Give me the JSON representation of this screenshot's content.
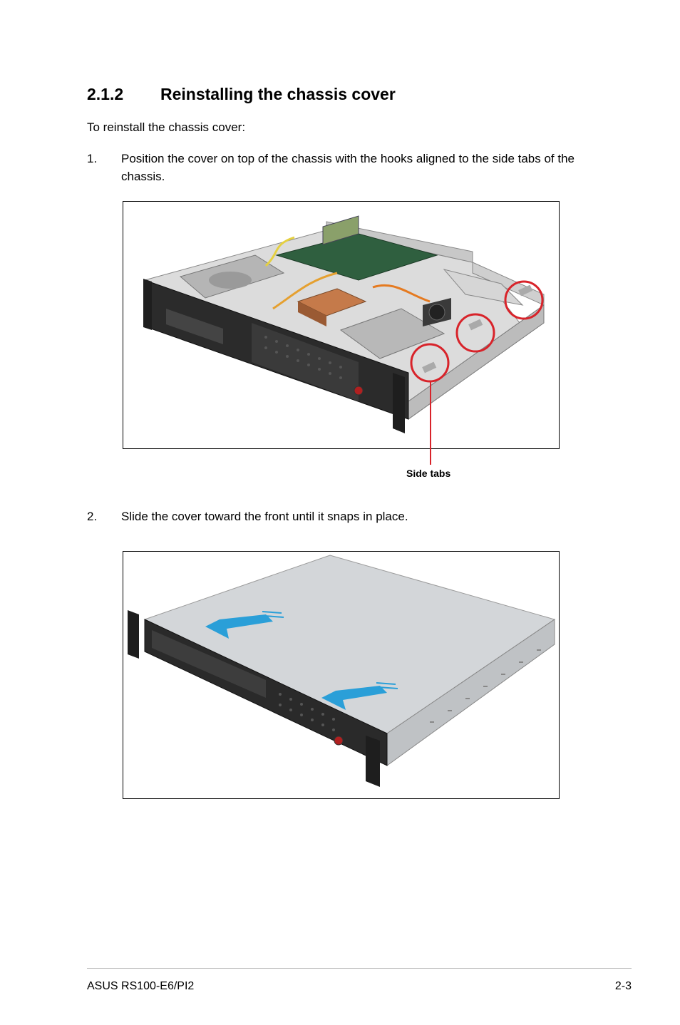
{
  "section": {
    "number": "2.1.2",
    "title": "Reinstalling the chassis cover"
  },
  "intro": "To reinstall the chassis cover:",
  "steps": [
    {
      "number": "1.",
      "text": "Position the cover on top of the chassis with the hooks aligned to the side tabs of the chassis."
    },
    {
      "number": "2.",
      "text": "Slide the cover toward the front until it snaps in place."
    }
  ],
  "figure1": {
    "callout": "Side tabs",
    "callout_color": "#d8232a"
  },
  "figure2": {
    "arrow_color": "#2a9fd8"
  },
  "footer": {
    "model": "ASUS RS100-E6/PI2",
    "page": "2-3"
  }
}
